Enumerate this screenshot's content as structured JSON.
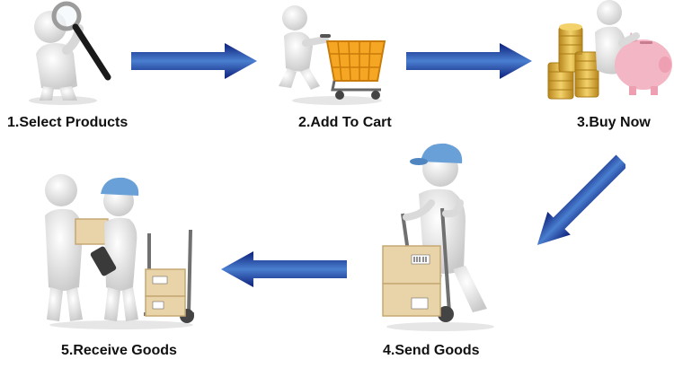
{
  "steps": [
    {
      "number": "1.",
      "label": "Select Products",
      "icon": "person-magnifier-icon"
    },
    {
      "number": "2.",
      "label": "Add To Cart",
      "icon": "person-shopping-cart-icon"
    },
    {
      "number": "3.",
      "label": "Buy Now",
      "icon": "person-piggy-bank-coins-icon"
    },
    {
      "number": "4.",
      "label": "Send Goods",
      "icon": "courier-hand-truck-icon"
    },
    {
      "number": "5.",
      "label": "Receive Goods",
      "icon": "delivery-handover-icon"
    }
  ],
  "arrows": [
    {
      "from": "1.",
      "to": "2.",
      "direction": "right"
    },
    {
      "from": "2.",
      "to": "3.",
      "direction": "right"
    },
    {
      "from": "3.",
      "to": "4.",
      "direction": "down-left"
    },
    {
      "from": "4.",
      "to": "5.",
      "direction": "left"
    }
  ],
  "colors": {
    "arrow_dark": "#0d1f7a",
    "arrow_light": "#4a7fd0",
    "figure": "#e8e8e8",
    "cap": "#6aa0d8",
    "cart": "#f5a623",
    "box": "#e9d3a8",
    "coin": "#e2b23a",
    "piggy": "#f3b6c4",
    "label": "#111111"
  }
}
